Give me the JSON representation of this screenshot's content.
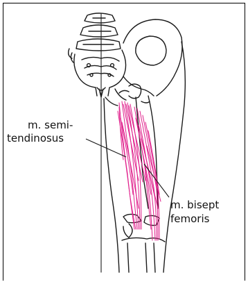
{
  "labels": {
    "semitendinosus_line1": "m. semi-",
    "semitendinosus_line2": "tendinosus",
    "biceps_line1": "m. bisept",
    "biceps_line2": "femoris"
  },
  "colors": {
    "outline": "#1a1a1a",
    "muscle": "#e0208c",
    "background": "#ffffff"
  }
}
